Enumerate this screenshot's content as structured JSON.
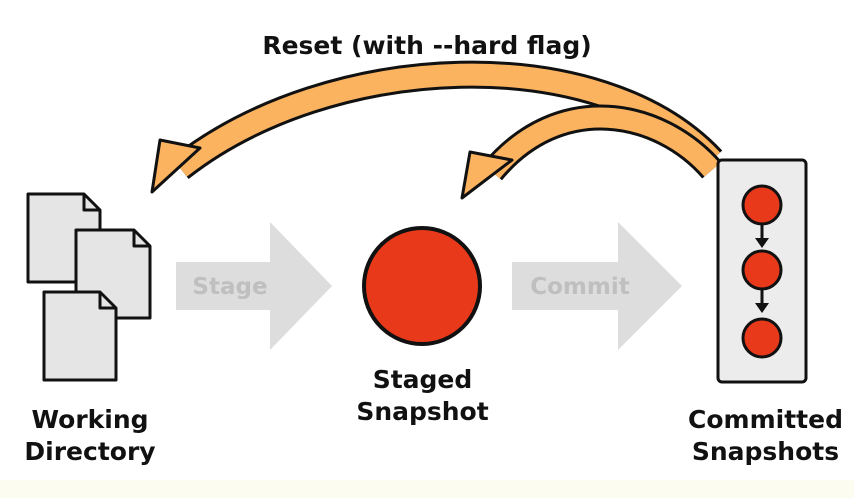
{
  "title": "Reset (with --hard flag)",
  "working_directory": {
    "label_line1": "Working",
    "label_line2": "Directory"
  },
  "staged_snapshot": {
    "label_line1": "Staged",
    "label_line2": "Snapshot"
  },
  "committed_snapshots": {
    "label_line1": "Committed",
    "label_line2": "Snapshots"
  },
  "stage_arrow": {
    "label": "Stage"
  },
  "commit_arrow": {
    "label": "Commit"
  },
  "colors": {
    "snapshot_red": "#e8391a",
    "reset_arrow_orange": "#fbb360",
    "process_arrow_gray": "#dddddd",
    "process_text_gray": "#bfbfbf",
    "file_fill": "#e5e5e5",
    "panel_fill": "#ececec",
    "outline": "#111111"
  }
}
